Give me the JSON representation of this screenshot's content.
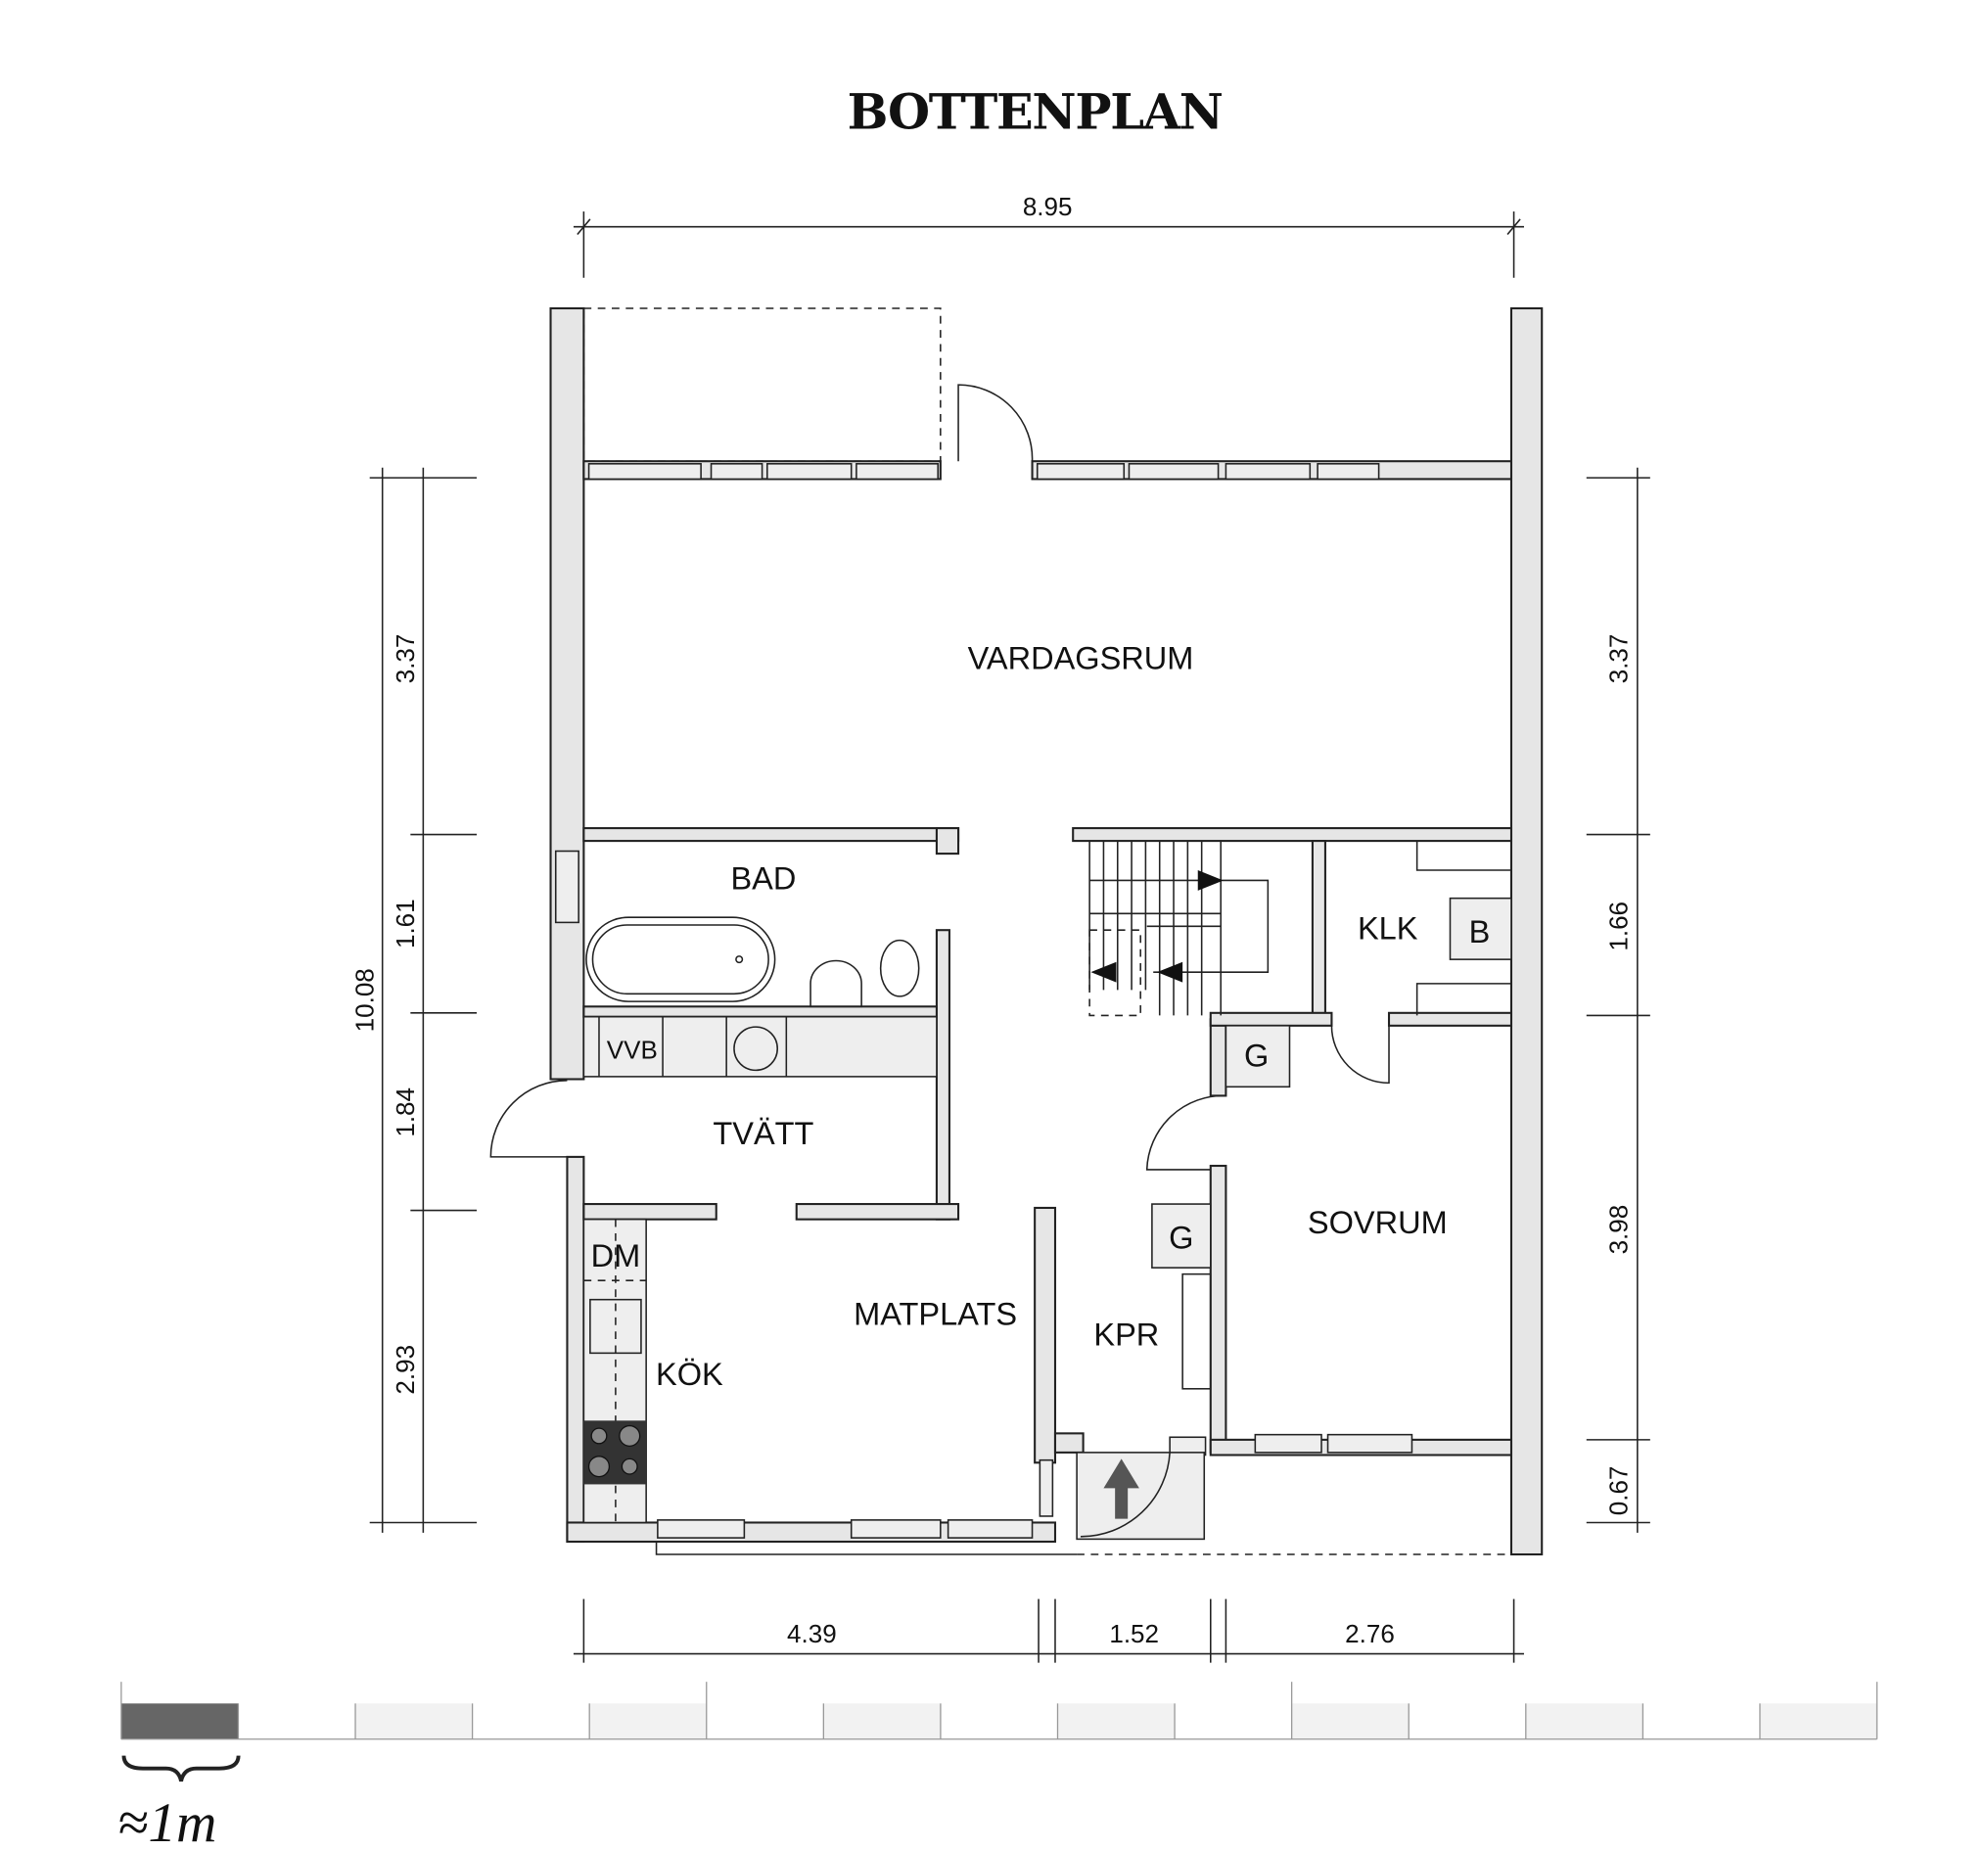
{
  "title": "BOTTENPLAN",
  "rooms": {
    "vardagsrum": "VARDAGSRUM",
    "bad": "BAD",
    "vvb": "VVB",
    "tvatt": "TVÄTT",
    "dm": "DM",
    "kok": "KÖK",
    "matplats": "MATPLATS",
    "kpr": "KPR",
    "klk": "KLK",
    "b": "B",
    "g1": "G",
    "g2": "G",
    "sovrum": "SOVRUM"
  },
  "dimensions": {
    "top_total": "8.95",
    "left_total": "10.08",
    "left": [
      "3.37",
      "1.61",
      "1.84",
      "2.93"
    ],
    "right": [
      "3.37",
      "1.66",
      "3.98",
      "0.67"
    ],
    "bottom": [
      "4.39",
      "1.52",
      "2.76"
    ]
  },
  "scale_bar": {
    "label": "≈1m",
    "cells": 15,
    "accent_color": "#666666"
  }
}
